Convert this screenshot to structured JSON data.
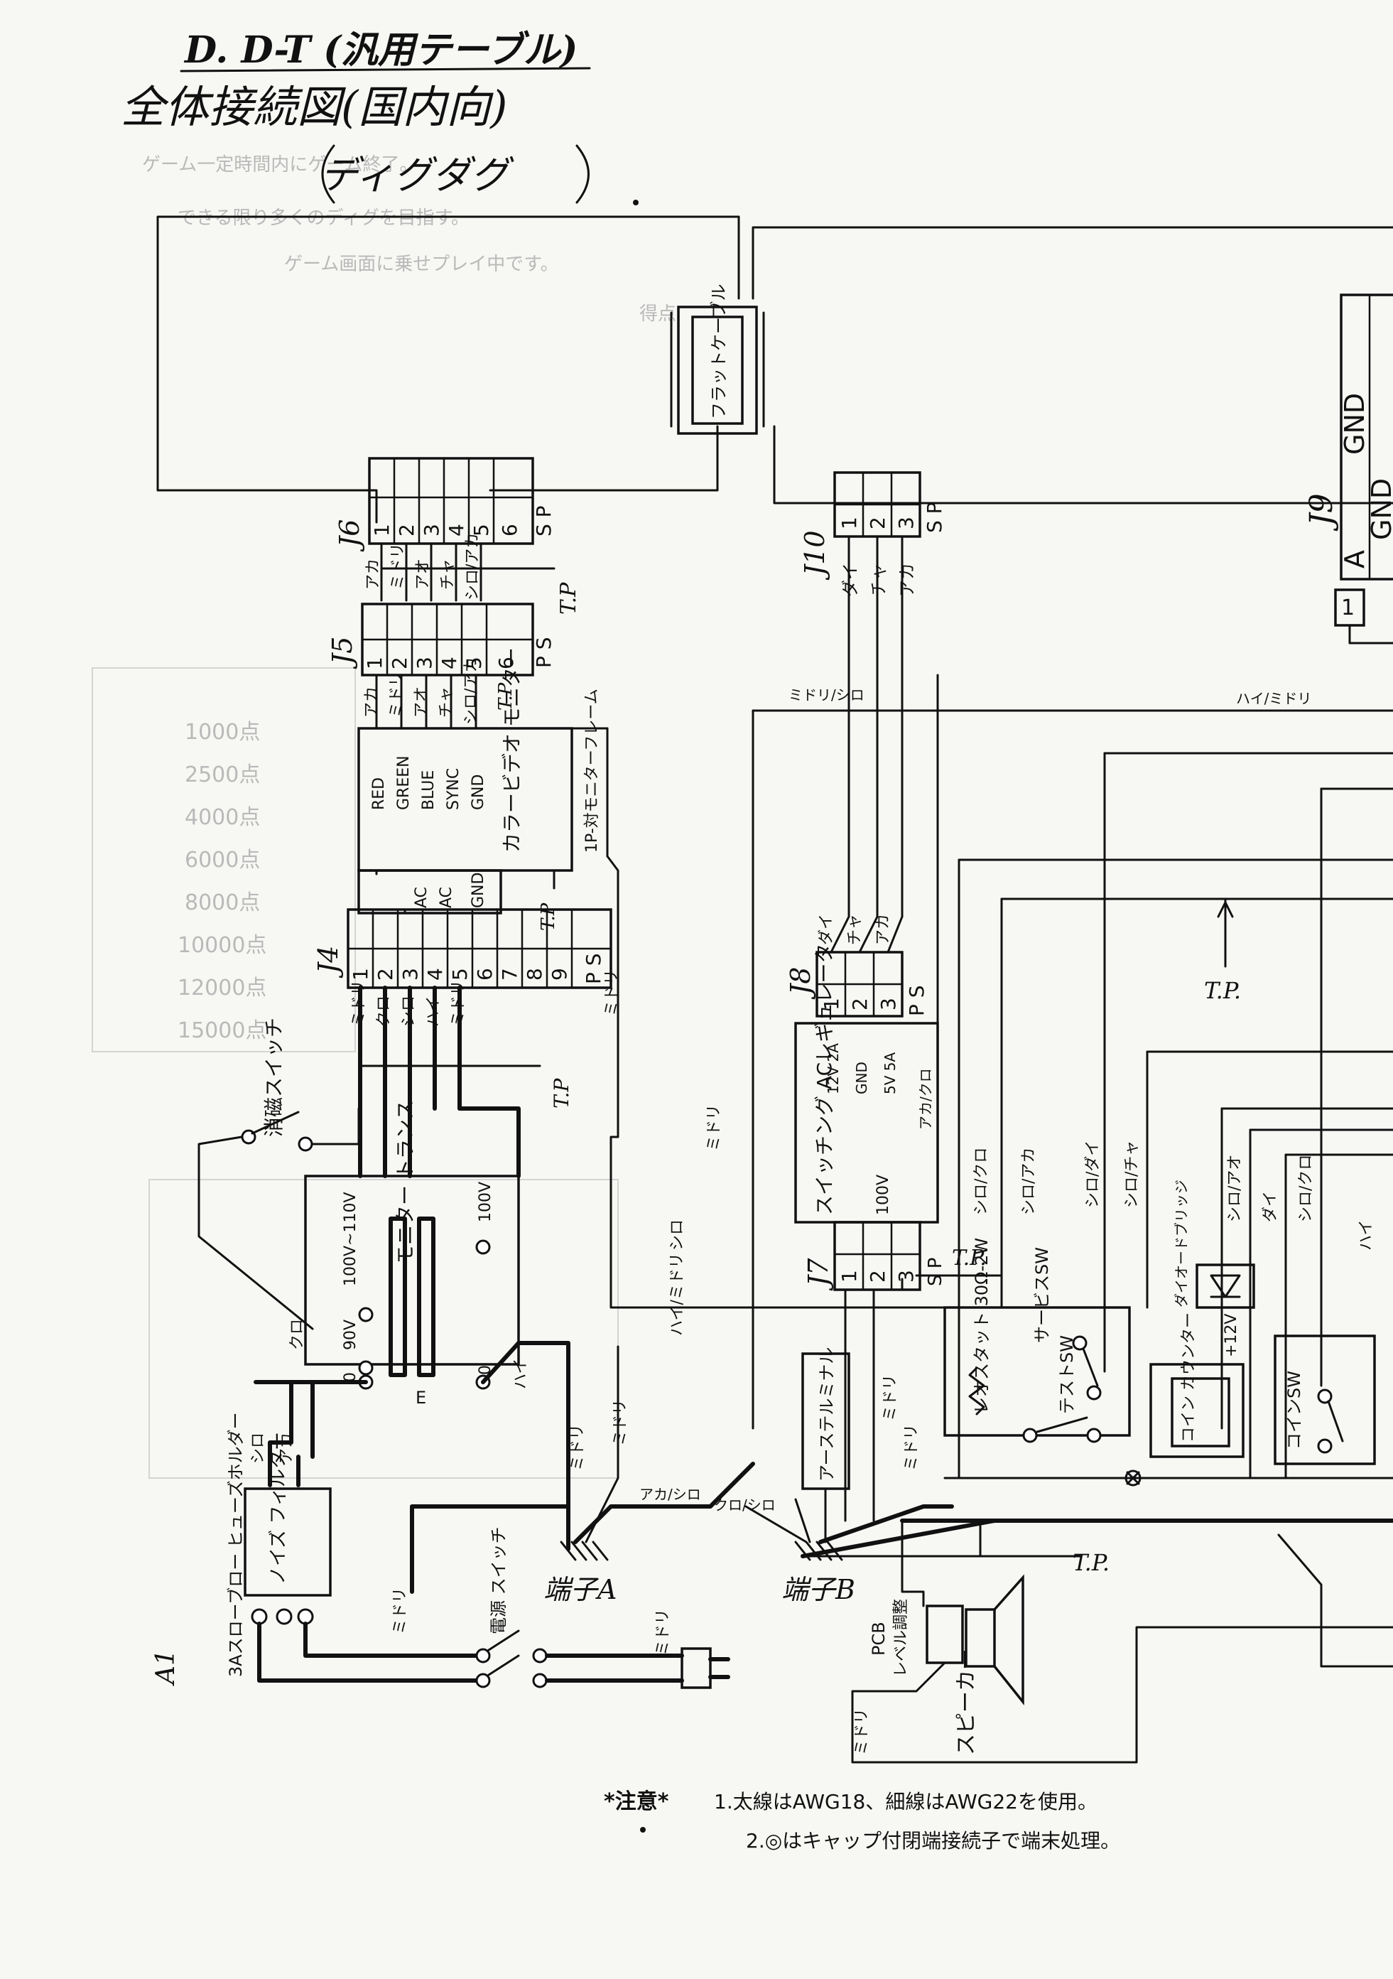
{
  "header": {
    "title": "D. D-T (汎用テーブル)",
    "subtitle": "全体接続図(国内向)",
    "game_name": "ディグダグ"
  },
  "connectors": {
    "j9": {
      "name": "J9",
      "pins": [
        "GND",
        "GND",
        "1",
        "A"
      ]
    },
    "j10": {
      "name": "J10",
      "pins": [
        "1",
        "2",
        "3"
      ],
      "sp": "S P",
      "wires": [
        "ダイ",
        "チャ",
        "アカ"
      ]
    },
    "j6": {
      "name": "J6",
      "pins": [
        "1",
        "2",
        "3",
        "4",
        "5",
        "6"
      ],
      "sp": "S P",
      "wires": [
        "アカ",
        "ミドリ",
        "アオ",
        "チャ",
        "シロ/アカ"
      ]
    },
    "j5": {
      "name": "J5",
      "pins": [
        "1",
        "2",
        "3",
        "4",
        "5",
        "6"
      ],
      "sp": "P S",
      "wires": [
        "アカ",
        "ミドリ",
        "アオ",
        "チャ",
        "シロ/アカ"
      ]
    },
    "j4": {
      "name": "J4",
      "pins": [
        "1",
        "2",
        "3",
        "4",
        "5",
        "6",
        "7",
        "8",
        "9"
      ],
      "sp": "P S",
      "wires": [
        "ミドリ",
        "クロ",
        "シロ",
        "ハイ",
        "ミドリ"
      ]
    },
    "j8": {
      "name": "J8",
      "pins": [
        "1",
        "2",
        "3"
      ],
      "sp": "P S",
      "wires": [
        "ダイ",
        "チャ",
        "アカ"
      ],
      "specs": [
        "12V 2A",
        "GND",
        "5V 5A"
      ]
    },
    "j7": {
      "name": "J7",
      "pins": [
        "1",
        "2",
        "3"
      ],
      "sp": "S P"
    }
  },
  "labels": {
    "flat_cable": "フラットケーブル",
    "monitor_signals": [
      "RED",
      "GREEN",
      "BLUE",
      "SYNC",
      "GND"
    ],
    "monitor_ac": [
      "AC",
      "AC",
      "GND"
    ],
    "monitor_name": "カラービデオ モニター",
    "monitor_frame": "1P-対モニターフレーム",
    "tp": "T.P.",
    "tp_short": "T.P",
    "degauss_switch": "消磁スイッチ",
    "monitor_trans": "モニター トランス",
    "taps_left": [
      "100V~110V",
      "90V",
      "0"
    ],
    "taps_right": [
      "100V",
      "0"
    ],
    "trans_e": "E",
    "switching_reg": "スイッチング ACレギュレータ",
    "reg_input": "100V",
    "gnd_terminal": "アーステルミナル",
    "rheostat": "レオスタット 30Ω-2W",
    "service_sw": "サービスSW",
    "test_sw": "テストSW",
    "coin_counter": "コイン カウンター",
    "coin_sw": "コインSW",
    "power_v": "+12V",
    "diode": "ダイオードブリッジ",
    "terminal_a": "端子A",
    "terminal_b": "端子B",
    "noise_filter": "ノイズ フィルター",
    "fuse_holder": "3Aスローブロー ヒューズホルダー",
    "power_switch": "電源 スイッチ",
    "pcb": "PCB",
    "level_vol": "レベル調整",
    "speaker": "スピーカー",
    "a1": "A1",
    "colors": [
      "ミドリ",
      "シロ",
      "クロ",
      "ハイ",
      "アカ",
      "ダイ",
      "チャ",
      "アオ",
      "シロ/アカ",
      "シロ/クロ",
      "シロ/ダイ",
      "シロ/チャ",
      "シロ/アオ",
      "ハイ/ミドリ",
      "アカ/シロ",
      "クロ/シロ",
      "ミドリ/シロ",
      "アカ/クロ"
    ]
  },
  "notes": {
    "heading": "*注意*",
    "line1": "1.太線はAWG18、細線はAWG22を使用。",
    "line2": "2.◎はキャップ付閉端接続子で端末処理。"
  },
  "ghost_text": [
    "ゲーム一定時間内にゲーム終了。",
    "できる限り多くのディグを目指す。",
    "ゲーム画面に乗せプレイ中です。",
    "得点",
    "1000点",
    "2500点",
    "4000点",
    "6000点",
    "8000点",
    "10000点",
    "12000点",
    "15000点"
  ]
}
